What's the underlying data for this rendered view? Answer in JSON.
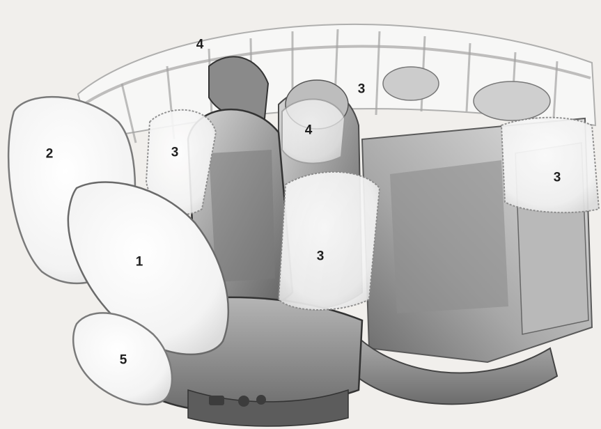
{
  "callouts": {
    "front_airbag": "1",
    "passenger_airbag": "2",
    "side_airbag_rear_door": "3",
    "side_airbag_front_passenger": "3",
    "side_airbag_front_driver": "3",
    "side_airbag_rear_center": "3",
    "curtain_airbag_top": "4",
    "curtain_airbag_seat": "4",
    "knee_airbag": "5"
  }
}
